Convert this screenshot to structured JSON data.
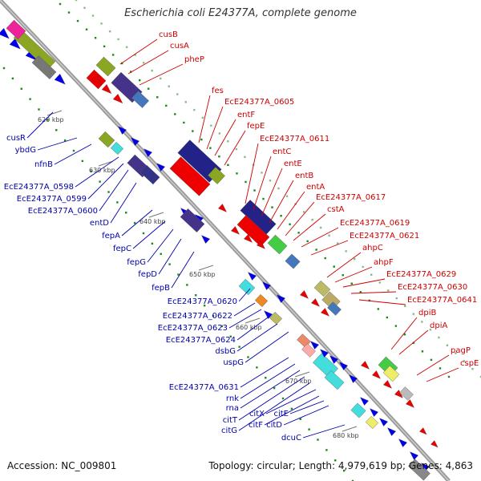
{
  "title": "Escherichia coli E24377A, complete genome",
  "accession": "Accession: NC_009801",
  "summary": "Topology: circular; Length: 4,979,619 bp; Genes: 4,863",
  "colors": {
    "backbone": "#999999",
    "tick": "#1a8a1a",
    "forward_label": "#cc0000",
    "reverse_label": "#0000aa",
    "blue_gene": "#0000ee",
    "red_gene": "#ee0000"
  },
  "scale_ticks": [
    "620 kbp",
    "630 kbp",
    "640 kbp",
    "650 kbp",
    "660 kbp",
    "670 kbp",
    "680 kbp"
  ],
  "forward_genes": [
    "cusB",
    "cusA",
    "pheP",
    "fes",
    "EcE24377A_0605",
    "entF",
    "fepE",
    "EcE24377A_0611",
    "entC",
    "entE",
    "entB",
    "entA",
    "EcE24377A_0617",
    "cstA",
    "EcE24377A_0619",
    "EcE24377A_0621",
    "ahpC",
    "ahpF",
    "EcE24377A_0629",
    "EcE24377A_0630",
    "EcE24377A_0641",
    "dpiB",
    "dpiA",
    "pagP",
    "cspE"
  ],
  "reverse_genes": [
    "cusR",
    "ybdG",
    "nfnB",
    "EcE24377A_0598",
    "EcE24377A_0599",
    "EcE24377A_0600",
    "entD",
    "fepA",
    "fepC",
    "fepG",
    "fepD",
    "fepB",
    "EcE24377A_0620",
    "EcE24377A_0622",
    "EcE24377A_0623",
    "EcE24377A_0624",
    "dsbG",
    "uspG",
    "EcE24377A_0631",
    "rnk",
    "rna",
    "citT",
    "citG",
    "citX",
    "citF",
    "citE",
    "citD",
    "dcuC"
  ]
}
